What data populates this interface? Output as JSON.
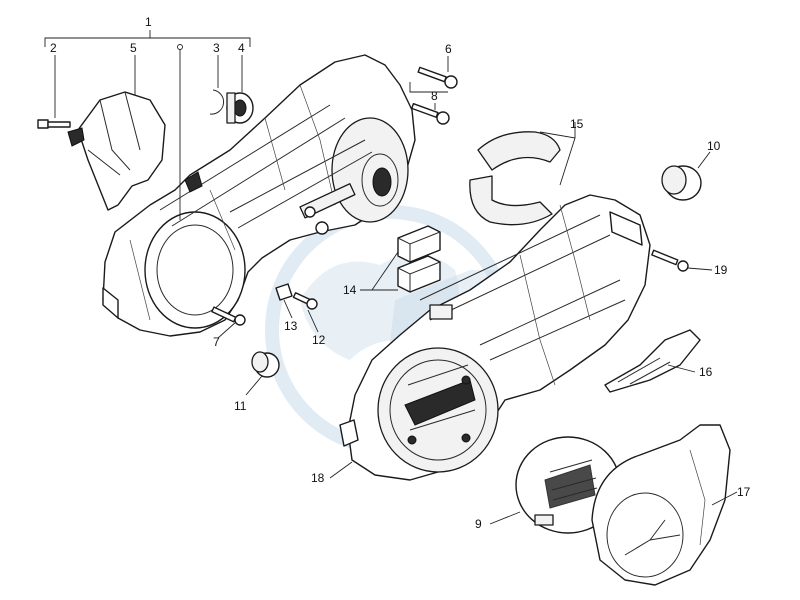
{
  "diagram": {
    "callouts": [
      "1",
      "2",
      "3",
      "4",
      "5",
      "6",
      "7",
      "8",
      "9",
      "10",
      "11",
      "12",
      "13",
      "14",
      "15",
      "16",
      "17",
      "18",
      "19"
    ]
  },
  "colors": {
    "line": "#1a1a1a",
    "watermark": "#bcd3e6",
    "background": "#ffffff"
  }
}
